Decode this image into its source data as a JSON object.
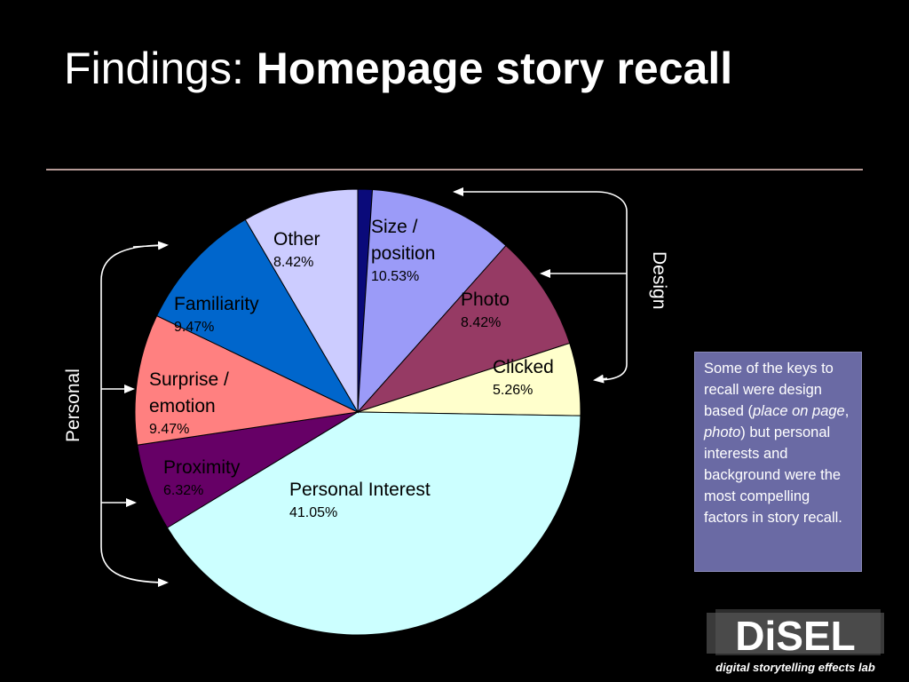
{
  "slide": {
    "title_light": "Findings: ",
    "title_bold": "Homepage story recall"
  },
  "annotations": {
    "design": "Design",
    "personal": "Personal"
  },
  "note": {
    "part1": "Some of the keys to recall were design based (",
    "italic1": "place on page",
    "comma": ", ",
    "italic2": "photo",
    "part2": ") but personal interests and background were the most compelling factors in story recall."
  },
  "logo": {
    "name": "DiSEL",
    "tagline": "digital storytelling effects lab"
  },
  "colors": {
    "background": "#000000",
    "rule": "#b59a96",
    "note_bg": "#6a6aa4",
    "arrow": "#ffffff"
  },
  "chart_data": {
    "type": "pie",
    "title": "",
    "slices": [
      {
        "name": "",
        "value": 1.05,
        "value_label": "",
        "color": "#0a0a7a"
      },
      {
        "name": "Size / position",
        "value": 10.53,
        "value_label": "10.53%",
        "color": "#9b9bf8"
      },
      {
        "name": "Photo",
        "value": 8.42,
        "value_label": "8.42%",
        "color": "#963a64"
      },
      {
        "name": "Clicked",
        "value": 5.26,
        "value_label": "5.26%",
        "color": "#ffffcc"
      },
      {
        "name": "Personal Interest",
        "value": 41.05,
        "value_label": "41.05%",
        "color": "#ccffff"
      },
      {
        "name": "Proximity",
        "value": 6.32,
        "value_label": "6.32%",
        "color": "#660066"
      },
      {
        "name": "Surprise / emotion",
        "value": 9.47,
        "value_label": "9.47%",
        "color": "#ff8080"
      },
      {
        "name": "Familiarity",
        "value": 9.47,
        "value_label": "9.47%",
        "color": "#0066cc"
      },
      {
        "name": "Other",
        "value": 8.42,
        "value_label": "8.42%",
        "color": "#ccccff"
      }
    ]
  }
}
